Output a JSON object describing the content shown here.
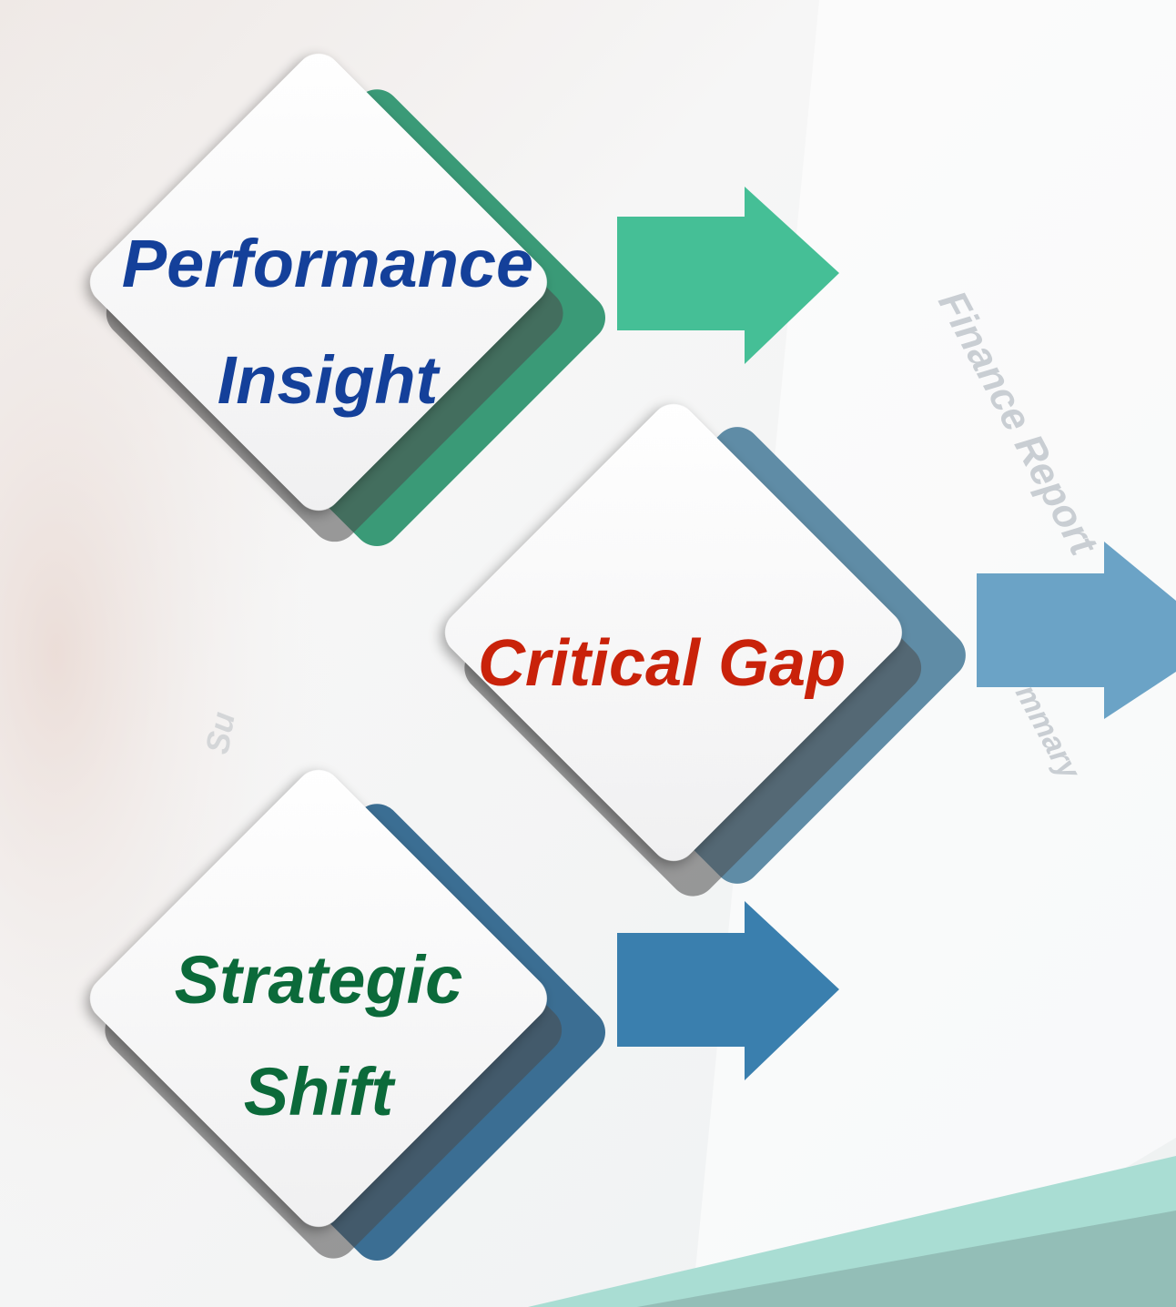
{
  "diagram": {
    "background_text": {
      "report_title": "Finance Report",
      "side_word_1": "Su",
      "side_word_2": "mmary"
    },
    "steps": [
      {
        "line1": "Performance",
        "line2": "Insight",
        "text_color": "#14409a",
        "accent_color": "#3a9a77",
        "arrow_color": "#45bf96"
      },
      {
        "line1": "Critical Gap",
        "line2": "",
        "text_color": "#c9220a",
        "accent_color": "#5f8ca6",
        "arrow_color": "#6ba3c6"
      },
      {
        "line1": "Strategic",
        "line2": "Shift",
        "text_color": "#0b6a3a",
        "accent_color": "#3b6e93",
        "arrow_color": "#3a7fae"
      }
    ]
  }
}
